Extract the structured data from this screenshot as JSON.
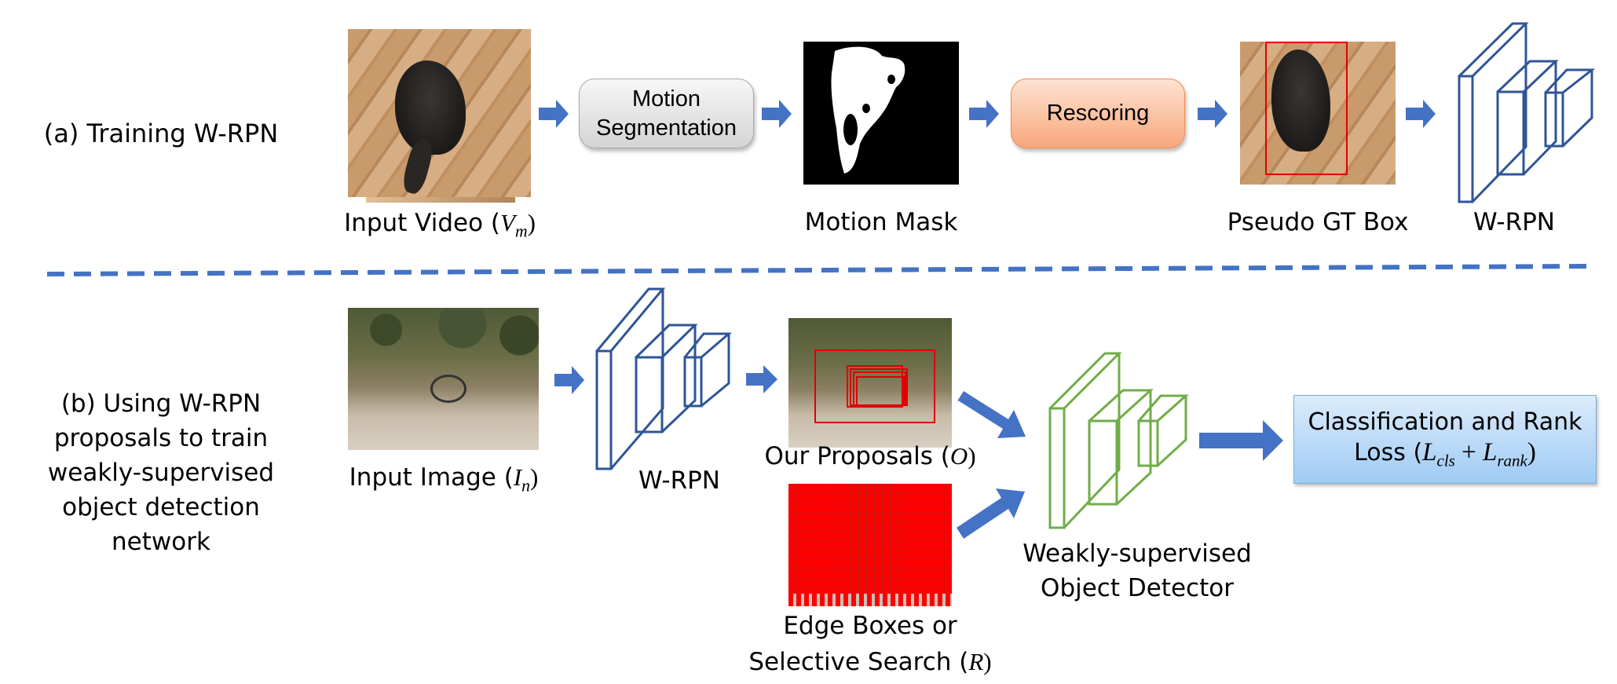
{
  "colors": {
    "arrow": "#4472c4",
    "dashed_divider": "#4472c4",
    "wrpn_cube": "#2f5597",
    "detector_cube": "#70ad47",
    "proposal_box": "#ff0000",
    "motion_box_fill": "#e2e2e2",
    "rescoring_box_fill": "#fbc3a4",
    "loss_box_fill": "#bdd9f6"
  },
  "section_a": {
    "title": "(a) Training W-RPN",
    "input_video_label": "Input Video (",
    "input_video_symbol": "V",
    "input_video_sub": "m",
    "motion_segmentation_box": "Motion Segmentation",
    "motion_segmentation_line1": "Motion",
    "motion_segmentation_line2": "Segmentation",
    "motion_mask_label": "Motion Mask",
    "rescoring_box": "Rescoring",
    "pseudo_gt_label": "Pseudo GT Box",
    "wrpn_label": "W-RPN"
  },
  "section_b": {
    "title_lines": [
      "(b) Using W-RPN",
      "proposals to train",
      "weakly-supervised",
      "object detection",
      "network"
    ],
    "input_image_label": "Input Image (",
    "input_image_symbol": "I",
    "input_image_sub": "n",
    "wrpn_label": "W-RPN",
    "our_proposals_label": "Our Proposals (",
    "our_proposals_symbol": "O",
    "edge_boxes_line1": "Edge Boxes or",
    "edge_boxes_line2": "Selective Search (",
    "edge_boxes_symbol": "R",
    "detector_line1": "Weakly-supervised",
    "detector_line2": "Object Detector",
    "loss_line1": "Classification and Rank",
    "loss_line2_prefix": "Loss (",
    "loss_term1": "L",
    "loss_term1_sub": "cls",
    "loss_plus": " + ",
    "loss_term2": "L",
    "loss_term2_sub": "rank",
    "close_paren": ")"
  }
}
